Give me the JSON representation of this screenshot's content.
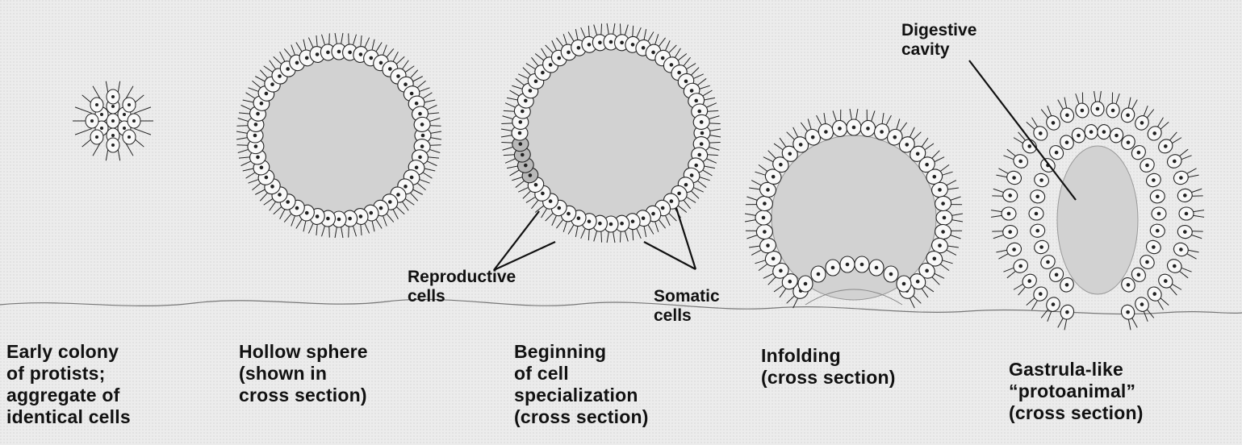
{
  "stages": [
    {
      "caption": "Early colony\nof protists;\naggregate of\nidentical cells"
    },
    {
      "caption": "Hollow sphere\n(shown in\ncross section)"
    },
    {
      "caption": "Beginning\nof cell\nspecialization\n(cross section)"
    },
    {
      "caption": "Infolding\n(cross section)"
    },
    {
      "caption": "Gastrula-like\n“protoanimal”\n(cross section)"
    }
  ],
  "callouts": {
    "reproductive": "Reproductive\ncells",
    "somatic": "Somatic\ncells",
    "digestive": "Digestive\ncavity"
  },
  "colors": {
    "background": "#ececec",
    "cell_fill": "#f8f8f8",
    "cavity_fill": "#d2d2d2",
    "ink": "#222222"
  }
}
